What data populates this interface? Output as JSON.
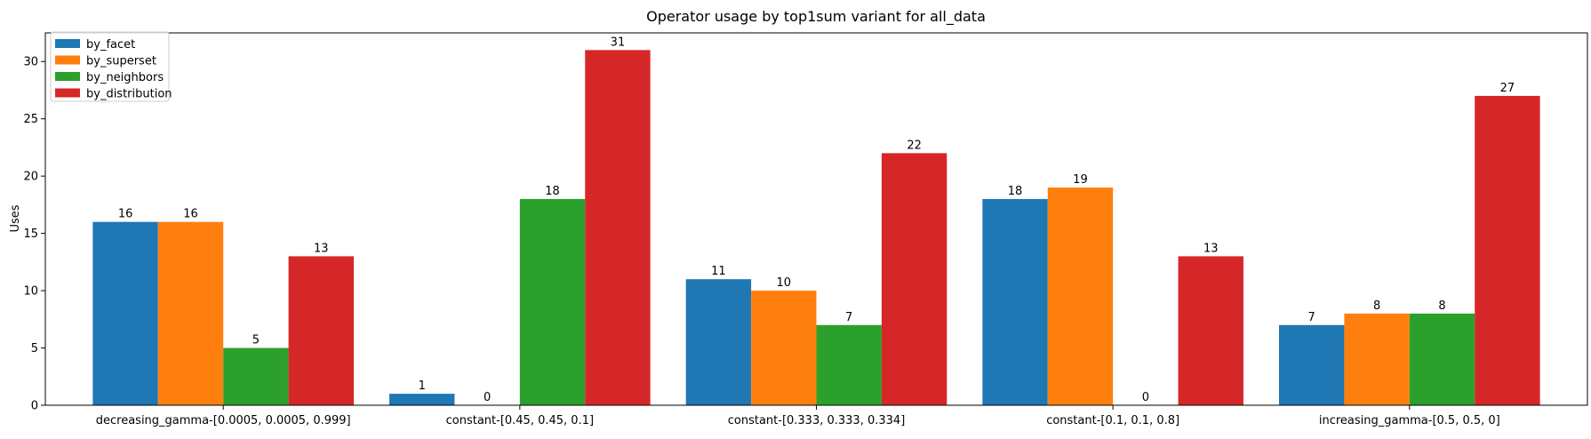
{
  "chart_data": {
    "type": "bar",
    "title": "Operator usage by top1sum variant for all_data",
    "xlabel": "",
    "ylabel": "Uses",
    "ylim": [
      0,
      32.5
    ],
    "yticks": [
      0,
      5,
      10,
      15,
      20,
      25,
      30
    ],
    "grid": false,
    "legend_position": "top-left",
    "categories": [
      "decreasing_gamma-[0.0005, 0.0005, 0.999]",
      "constant-[0.45, 0.45, 0.1]",
      "constant-[0.333, 0.333, 0.334]",
      "constant-[0.1, 0.1, 0.8]",
      "increasing_gamma-[0.5, 0.5, 0]"
    ],
    "series": [
      {
        "name": "by_facet",
        "color": "#1f77b4",
        "values": [
          16,
          1,
          11,
          18,
          7
        ]
      },
      {
        "name": "by_superset",
        "color": "#ff7f0e",
        "values": [
          16,
          0,
          10,
          19,
          8
        ]
      },
      {
        "name": "by_neighbors",
        "color": "#2ca02c",
        "values": [
          5,
          18,
          7,
          0,
          8
        ]
      },
      {
        "name": "by_distribution",
        "color": "#d62728",
        "values": [
          13,
          31,
          22,
          13,
          27
        ]
      }
    ]
  }
}
